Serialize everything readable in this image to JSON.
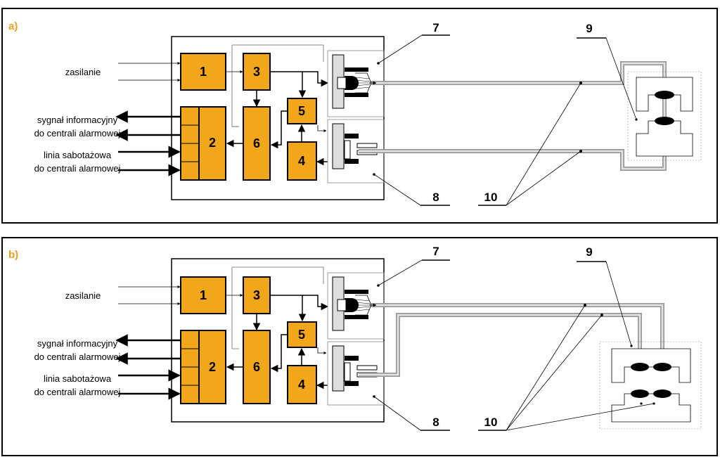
{
  "panels": [
    {
      "label": "a)",
      "inputs": {
        "power": "zasilanie",
        "info_line1": "sygnał informacyjny",
        "info_line2": "do centrali alarmowej",
        "tamper_line1": "linia sabotażowa",
        "tamper_line2": "do centrali alarmowej"
      },
      "blocks": [
        "1",
        "2",
        "3",
        "4",
        "5",
        "6"
      ],
      "callouts": {
        "c7": "7",
        "c8": "8",
        "c9": "9",
        "c10": "10"
      }
    },
    {
      "label": "b)",
      "inputs": {
        "power": "zasilanie",
        "info_line1": "sygnał informacyjny",
        "info_line2": "do centrali alarmowej",
        "tamper_line1": "linia sabotażowa",
        "tamper_line2": "do centrali alarmowej"
      },
      "blocks": [
        "1",
        "2",
        "3",
        "4",
        "5",
        "6"
      ],
      "callouts": {
        "c7": "7",
        "c8": "8",
        "c9": "9",
        "c10": "10"
      }
    }
  ]
}
